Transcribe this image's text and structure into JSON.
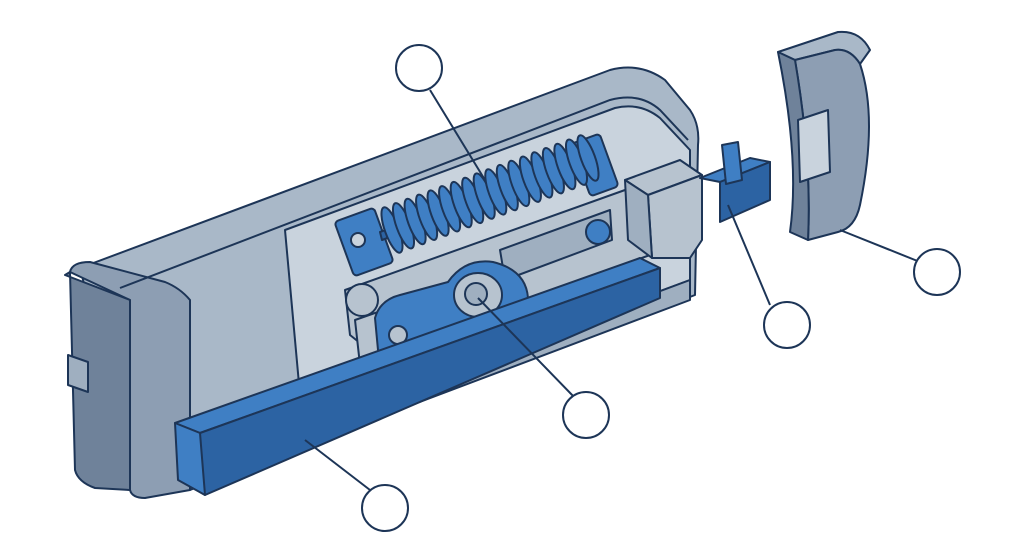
{
  "colors": {
    "outline": "#1d3557",
    "housing_top": "#a9b8c8",
    "housing_front": "#8d9eb3",
    "housing_dark": "#6f829a",
    "cavity": "#c9d3dd",
    "cavity_dark": "#9fafc0",
    "blue": "#3f7fc4",
    "blue_dark": "#2c63a3",
    "grey_part": "#b7c3cf",
    "callout_fill": "#ffffff"
  },
  "callouts": [
    {
      "id": "spring",
      "label": ""
    },
    {
      "id": "latch-tongue",
      "label": ""
    },
    {
      "id": "end-cap",
      "label": ""
    },
    {
      "id": "cam-pivot",
      "label": ""
    },
    {
      "id": "slide-bar",
      "label": ""
    }
  ]
}
